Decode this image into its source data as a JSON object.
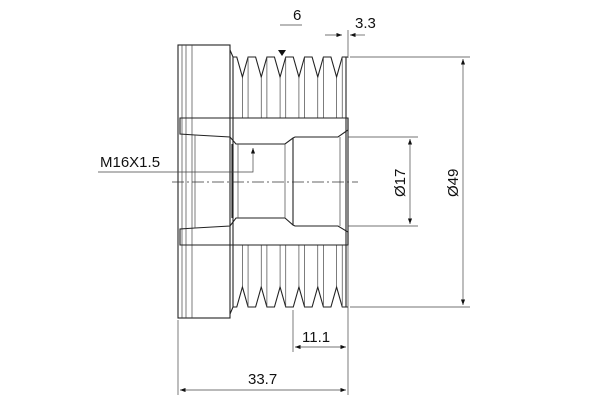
{
  "drawing": {
    "dimensions": {
      "groove_pitch": "6",
      "edge_offset": "3.3",
      "thread": "M16X1.5",
      "bore_diameter": "Ø17",
      "outer_diameter": "Ø49",
      "bore_depth": "11.1",
      "total_length": "33.7"
    },
    "line_color": "#222222",
    "background": "#ffffff"
  }
}
